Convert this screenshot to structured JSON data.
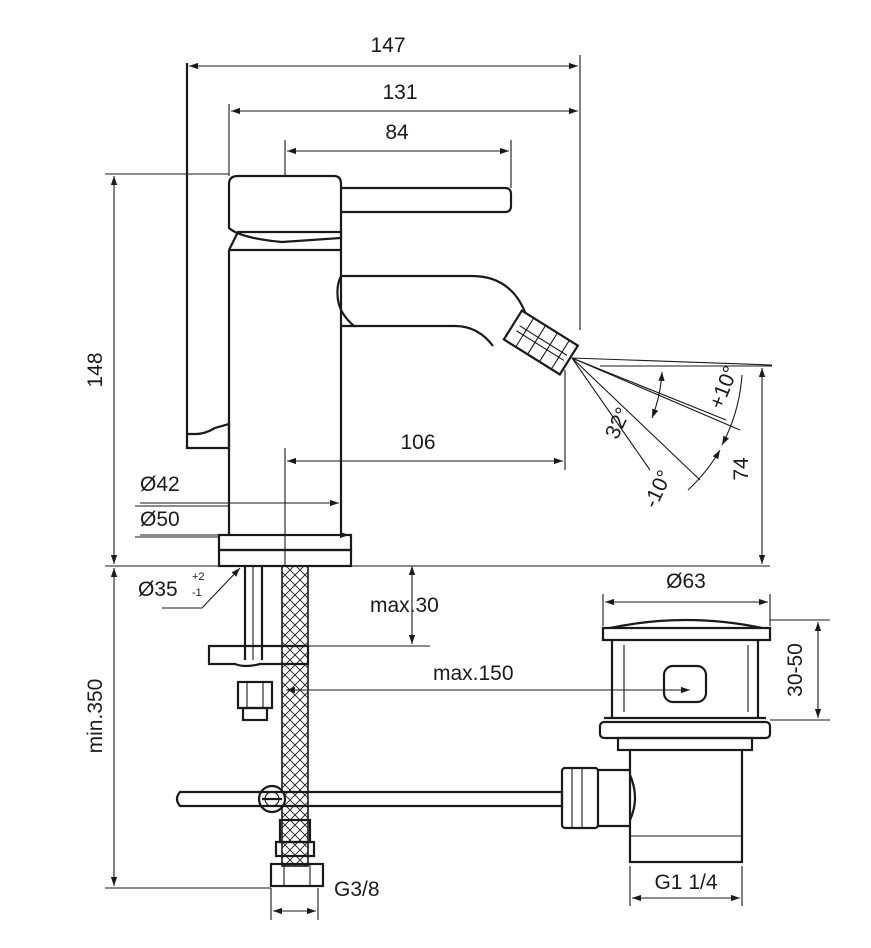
{
  "dimensions": {
    "overall_width": "147",
    "body_to_spout": "131",
    "lever_length": "84",
    "height": "148",
    "spout_reach": "106",
    "body_diameter": "Ø42",
    "base_diameter": "Ø50",
    "hole_diameter": "Ø35",
    "hole_tol_plus": "+2",
    "hole_tol_minus": "-1",
    "deck_thickness": "max.30",
    "flex_hose": "max.150",
    "spout_height": "74",
    "min_length": "min.350",
    "connection": "G3/8",
    "waste_diameter": "Ø63",
    "waste_height": "30-50",
    "waste_thread": "G1 1/4"
  },
  "angles": {
    "up": "+10°",
    "spray": "32°",
    "down": "-10°"
  }
}
